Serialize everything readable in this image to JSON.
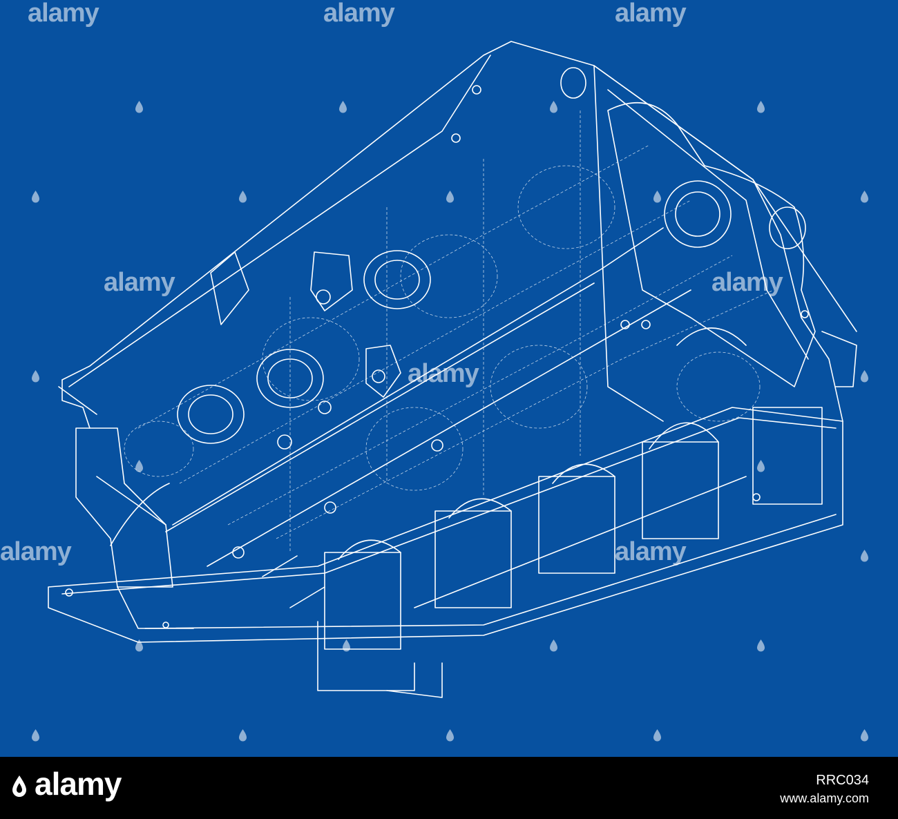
{
  "image": {
    "subject": "engine-block-wireframe",
    "background_color": "#0751a0",
    "line_color": "#ffffff"
  },
  "watermark": {
    "text": "alamy",
    "color": "#ffffff"
  },
  "footer": {
    "logo": "alamy",
    "image_id": "RRC034",
    "url": "www.alamy.com",
    "background_color": "#000000"
  }
}
